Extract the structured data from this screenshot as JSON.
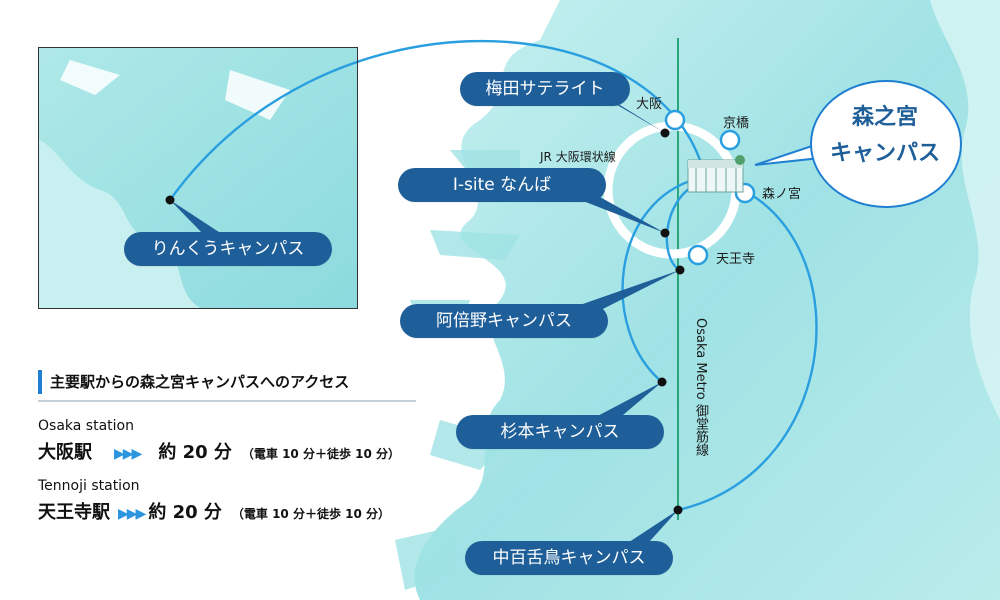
{
  "inset": {
    "campus_label": "りんくうキャンパス"
  },
  "callout": {
    "line1": "森之宮",
    "line2": "キャンパス"
  },
  "campuses": {
    "umeda": "梅田サテライト",
    "isite": "I-site なんば",
    "abeno": "阿倍野キャンパス",
    "sugimoto": "杉本キャンパス",
    "nakamozu": "中百舌鳥キャンパス"
  },
  "stations": {
    "osaka": "大阪",
    "kyobashi": "京橋",
    "morinomiya": "森ノ宮",
    "tennoji": "天王寺"
  },
  "lines": {
    "loop": "JR 大阪環状線",
    "metro": "Osaka Metro 御堂筋線"
  },
  "access": {
    "heading": "主要駅からの森之宮キャンパスへのアクセス",
    "routes": [
      {
        "en": "Osaka station",
        "station": "大阪駅",
        "arrows": "▶▶▶",
        "time": "約 20 分",
        "detail": "（電車 10 分＋徒歩 10 分）"
      },
      {
        "en": "Tennoji station",
        "station": "天王寺駅",
        "arrows": "▶▶▶",
        "time": "約 20 分",
        "detail": "（電車 10 分＋徒歩 10 分）"
      }
    ]
  },
  "colors": {
    "pill": "#1f5f99",
    "route_line": "#2a9fe0",
    "water_light": "#8fdde0",
    "accent": "#1f7fd0"
  }
}
